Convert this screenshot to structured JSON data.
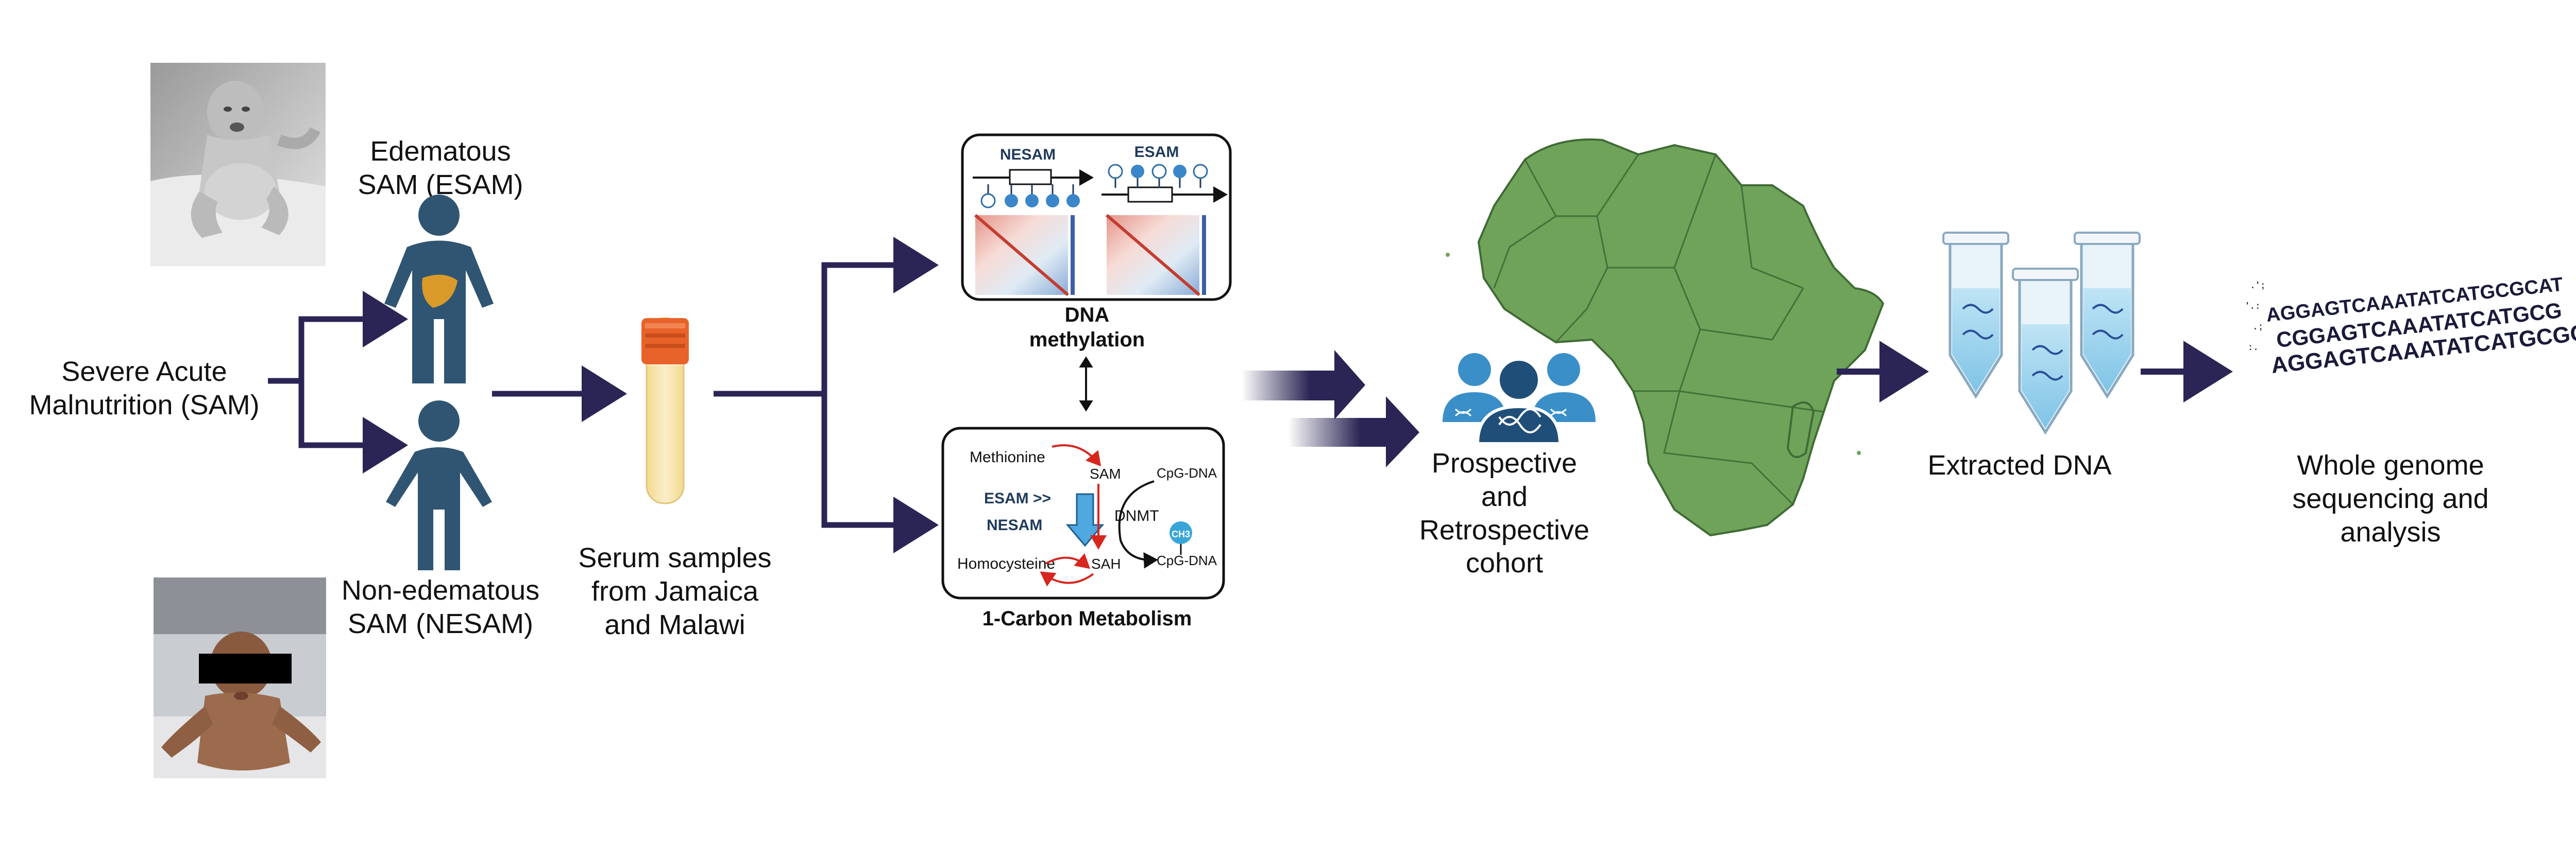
{
  "sam": {
    "title": "Severe Acute\nMalnutrition (SAM)"
  },
  "esam": {
    "label": "Edematous\nSAM (ESAM)"
  },
  "nesam": {
    "label": "Non-edematous\nSAM (NESAM)"
  },
  "serum": {
    "label": "Serum samples\nfrom Jamaica\nand Malawi"
  },
  "methylation": {
    "caption": "DNA\nmethylation",
    "panel_left": "NESAM",
    "panel_right": "ESAM"
  },
  "metabolism": {
    "caption": "1-Carbon Metabolism",
    "methionine": "Methionine",
    "sam": "SAM",
    "cpg_top": "CpG-DNA",
    "esam_gt": "ESAM >>",
    "nesam": "NESAM",
    "dnmt": "DNMT",
    "ch3": "CH3",
    "homocysteine": "Homocysteine",
    "sah": "SAH",
    "cpg_bottom": "CpG-DNA"
  },
  "cohort": {
    "label": "Prospective\nand\nRetrospective\ncohort"
  },
  "extracted": {
    "label": "Extracted DNA"
  },
  "wgs": {
    "label": "Whole genome\nsequencing and\nanalysis",
    "seq1": "AGGAGTCAAATATCATGCGCAT",
    "seq2": "CGGAGTCAAATATCATGCG",
    "seq3": "AGGAGTCAAATATCATGCGCAT"
  },
  "colors": {
    "arrow": "#2a2554",
    "figure": "#2f5572",
    "liver": "#d99a2a",
    "africa": "#6fa35a",
    "africa_border": "#3f6b34",
    "people": "#3a8fc9",
    "tube_cap": "#e8632a",
    "serum": "#f7e4b0"
  }
}
